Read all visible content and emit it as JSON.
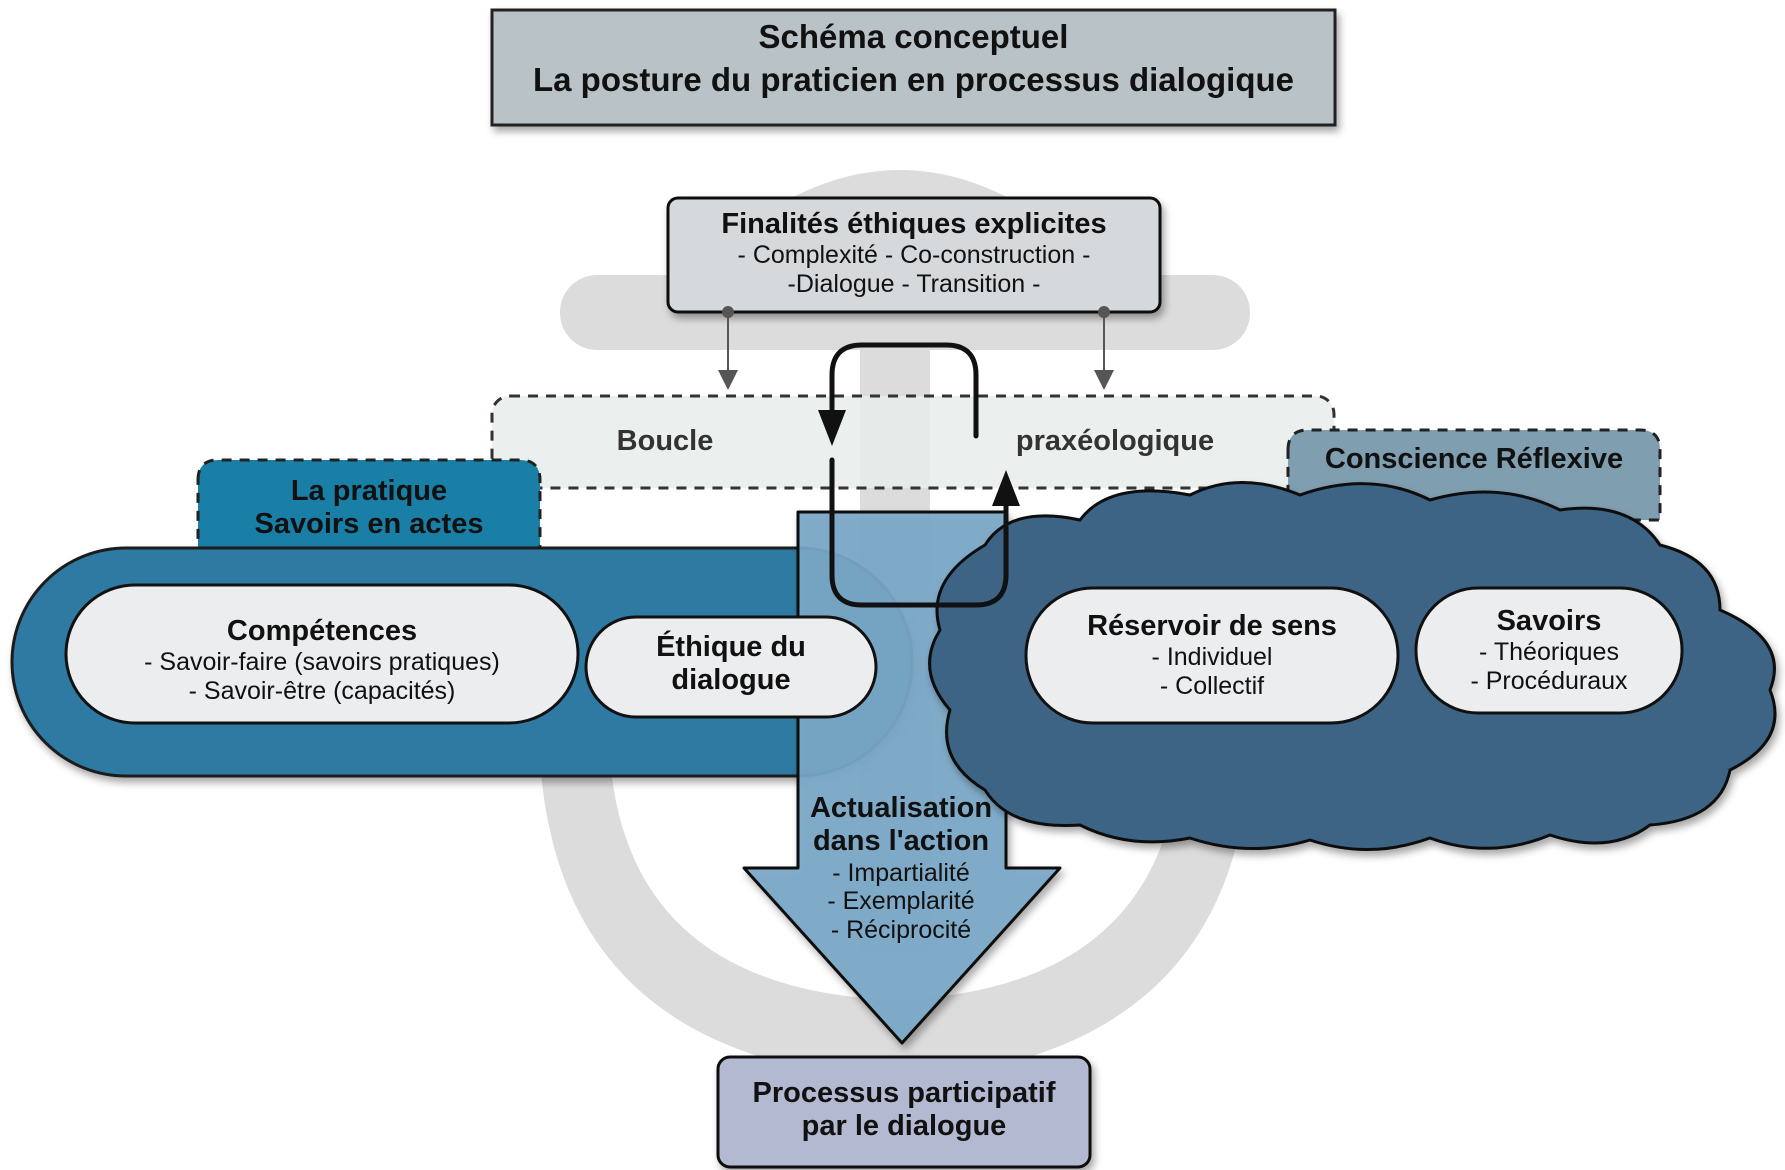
{
  "title": {
    "line1": "Schéma conceptuel",
    "line2": "La posture du praticien en processus dialogique"
  },
  "finalites": {
    "heading": "Finalités éthiques explicites",
    "line1": "- Complexité - Co-construction -",
    "line2": "-Dialogue - Transition -"
  },
  "boucle": {
    "left": "Boucle",
    "right": "praxéologique"
  },
  "pratique": {
    "line1": "La pratique",
    "line2": "Savoirs en actes"
  },
  "competences": {
    "heading": "Compétences",
    "item1": "- Savoir-faire (savoirs pratiques)",
    "item2": "- Savoir-être (capacités)"
  },
  "ethique": {
    "line1": "Éthique du",
    "line2": "dialogue"
  },
  "conscience": {
    "label": "Conscience Réflexive"
  },
  "reservoir": {
    "heading": "Réservoir de sens",
    "item1": "- Individuel",
    "item2": "- Collectif"
  },
  "savoirs": {
    "heading": "Savoirs",
    "item1": "- Théoriques",
    "item2": "- Procéduraux"
  },
  "actualisation": {
    "line1": "Actualisation",
    "line2": "dans l'action",
    "item1": "-  Impartialité",
    "item2": "-  Exemplarité",
    "item3": "- Réciprocité"
  },
  "processus": {
    "line1": "Processus participatif",
    "line2": "par le dialogue"
  },
  "colors": {
    "title_fill": "#b9c2c7",
    "finalites_fill": "#d6d9dc",
    "boucle_fill": "#e8ecea",
    "pratique_tab": "#1a7fa6",
    "pratique_body": "#2f7aa3",
    "conscience_tab": "#7f9eb0",
    "cloud": "#3e6485",
    "arrow": "#7ba8c8",
    "processus_fill": "#b4b9d2",
    "pill_fill": "#ecedef",
    "anchor": "#d9d9d9"
  }
}
